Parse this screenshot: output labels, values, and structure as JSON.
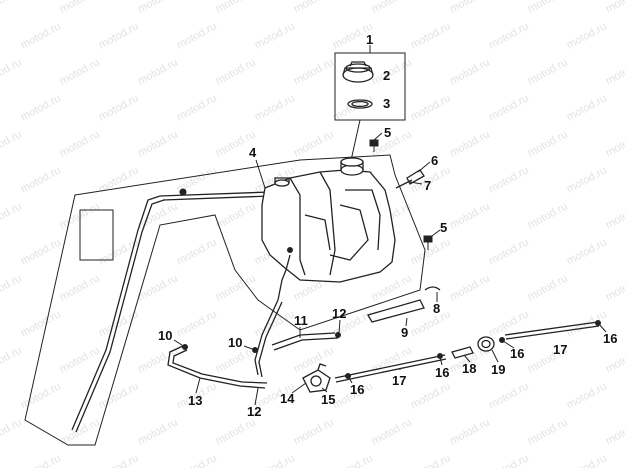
{
  "watermark": {
    "text": "motod.ru"
  },
  "callouts": [
    {
      "id": "c1",
      "text": "1"
    },
    {
      "id": "c2",
      "text": "2"
    },
    {
      "id": "c3",
      "text": "3"
    },
    {
      "id": "c4",
      "text": "4"
    },
    {
      "id": "c5a",
      "text": "5"
    },
    {
      "id": "c5b",
      "text": "5"
    },
    {
      "id": "c6",
      "text": "6"
    },
    {
      "id": "c7",
      "text": "7"
    },
    {
      "id": "c8",
      "text": "8"
    },
    {
      "id": "c9",
      "text": "9"
    },
    {
      "id": "c10a",
      "text": "10"
    },
    {
      "id": "c10b",
      "text": "10"
    },
    {
      "id": "c11",
      "text": "11"
    },
    {
      "id": "c12a",
      "text": "12"
    },
    {
      "id": "c12b",
      "text": "12"
    },
    {
      "id": "c13",
      "text": "13"
    },
    {
      "id": "c14",
      "text": "14"
    },
    {
      "id": "c15",
      "text": "15"
    },
    {
      "id": "c16a",
      "text": "16"
    },
    {
      "id": "c16b",
      "text": "16"
    },
    {
      "id": "c16c",
      "text": "16"
    },
    {
      "id": "c16d",
      "text": "16"
    },
    {
      "id": "c17a",
      "text": "17"
    },
    {
      "id": "c17b",
      "text": "17"
    },
    {
      "id": "c18",
      "text": "18"
    },
    {
      "id": "c19",
      "text": "19"
    }
  ]
}
